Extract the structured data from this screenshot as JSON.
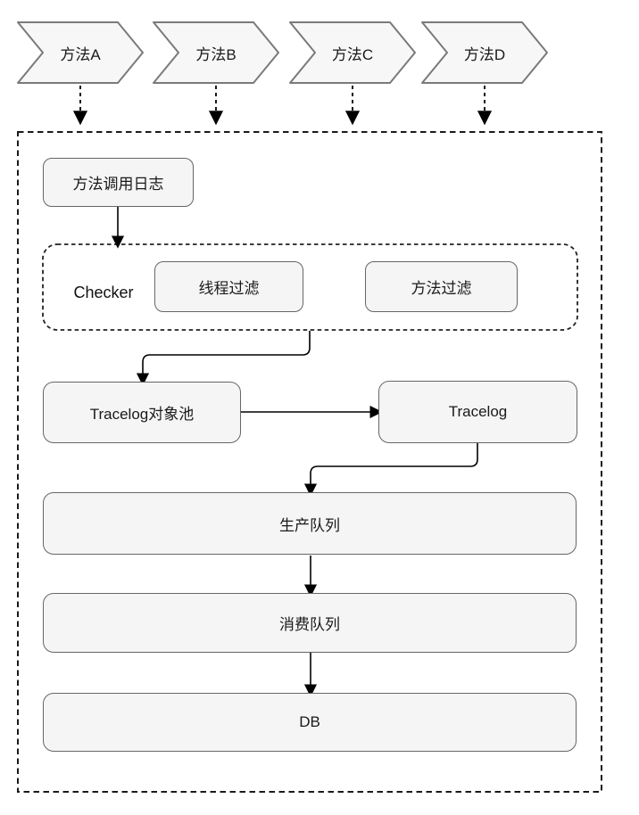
{
  "diagram": {
    "chevrons": [
      "方法A",
      "方法B",
      "方法C",
      "方法D"
    ],
    "checker": {
      "label": "Checker",
      "thread_filter": "线程过滤",
      "method_filter": "方法过滤"
    },
    "nodes": {
      "method_call_log": "方法调用日志",
      "tracelog_pool": "Tracelog对象池",
      "tracelog": "Tracelog",
      "producer_queue": "生产队列",
      "consumer_queue": "消费队列",
      "db": "DB"
    },
    "colors": {
      "node_fill": "#f5f5f5",
      "node_border": "#666666",
      "chevron_fill": "#f7f7f7",
      "chevron_border": "#7a7a7a",
      "connector": "#000000",
      "dashed_container": "#1a1a1a"
    }
  }
}
